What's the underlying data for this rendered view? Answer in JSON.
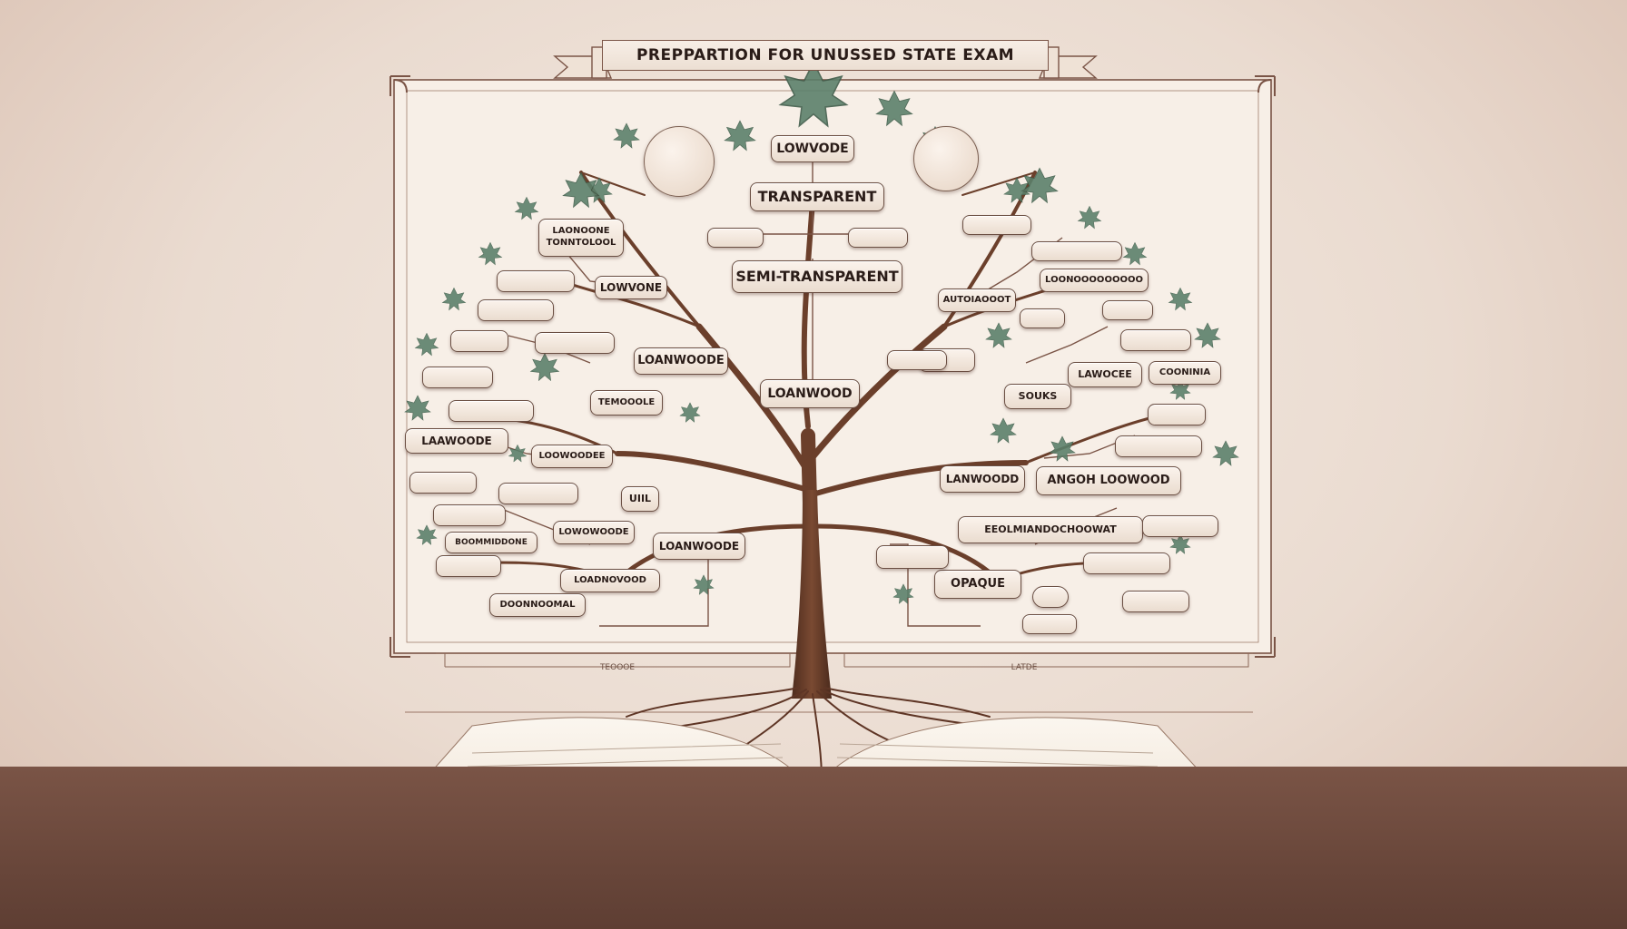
{
  "title": "PREPPARTION FOR UNUSSED STATE EXAM",
  "labels": {
    "t1": "LOWVODE",
    "t2": "TRANSPARENT",
    "t3": "SEMI-TRANSPARENT",
    "t4": "LOANWOOD",
    "t5": "LOWVONE",
    "t6": "LOANWOODE",
    "l1": "LAONOONE",
    "l1b": "TONNTOLOOL",
    "l2": "LAAWOODE",
    "l3": "LOOWOODEE",
    "l4": "LOWOWOODE",
    "l5": "LOANWOODE",
    "l6": "TEMOOOLE",
    "l7": "LOADNOVOOD",
    "l8": "DOONNOOMAL",
    "l9": "BOOMMIDDONE",
    "r1": "LANWOODD",
    "r2": "ANGOH LOOWOOD",
    "r3": "EEOLMIANDOCHOOWAT",
    "r4": "OPAQUE",
    "r5": "LAWOCEE",
    "r6": "COONINIA",
    "r7": "SOUKS",
    "r8": "AUTOIAOOOT",
    "r9": "LOONOOOOOOOOO",
    "m1": "UIIL",
    "foot_left": "TEOOOE",
    "foot_right": "LATDE"
  },
  "colors": {
    "paper": "#f7efe7",
    "table": "#6b4a3e",
    "trunk": "#6b3f2b",
    "frame": "#7a5446",
    "leaf": "#5b7f6a",
    "label_fill": "#f6ece3",
    "label_border": "#6a4e42",
    "label_text": "#2a1c18"
  }
}
